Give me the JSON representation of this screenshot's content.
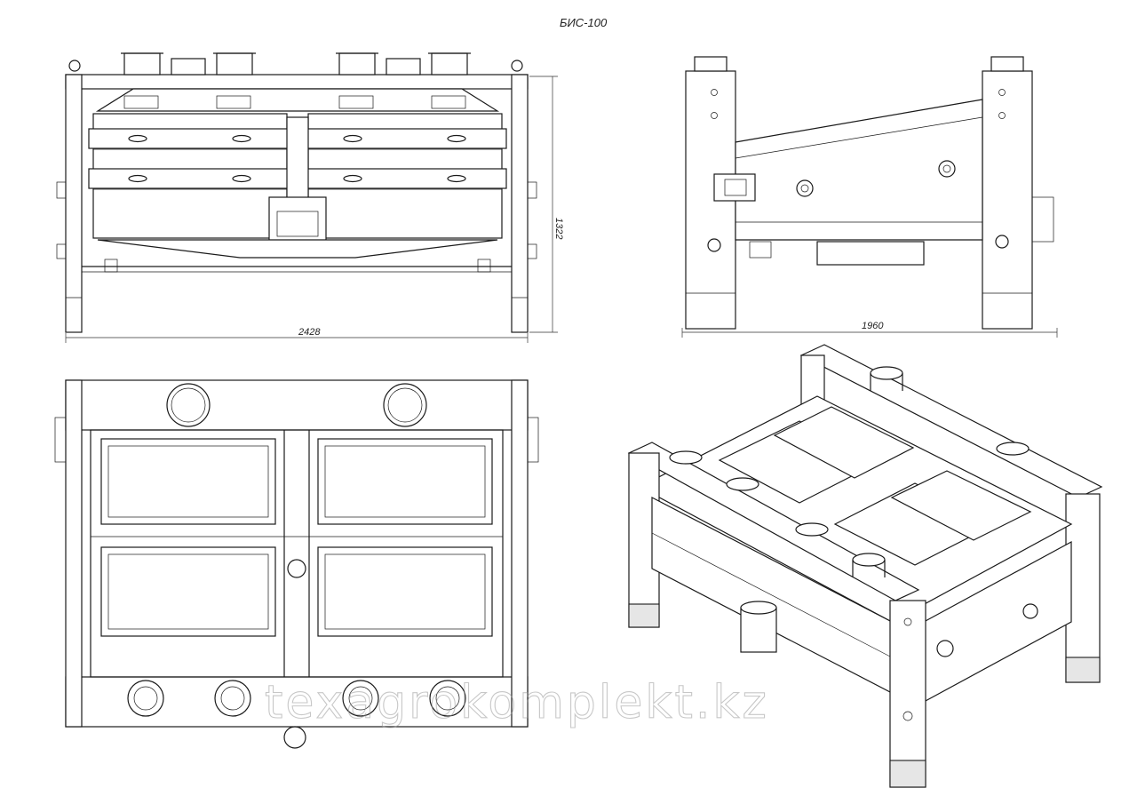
{
  "drawing": {
    "title": "БИС-100",
    "watermark": "texagrokomplekt.kz"
  },
  "front_view": {
    "dim_width": "2428",
    "dim_height": "1322"
  },
  "side_view": {
    "dim_length": "1960"
  },
  "colors": {
    "line": "#1a1a1a",
    "background": "#ffffff",
    "watermark": "#9a9a9a"
  }
}
